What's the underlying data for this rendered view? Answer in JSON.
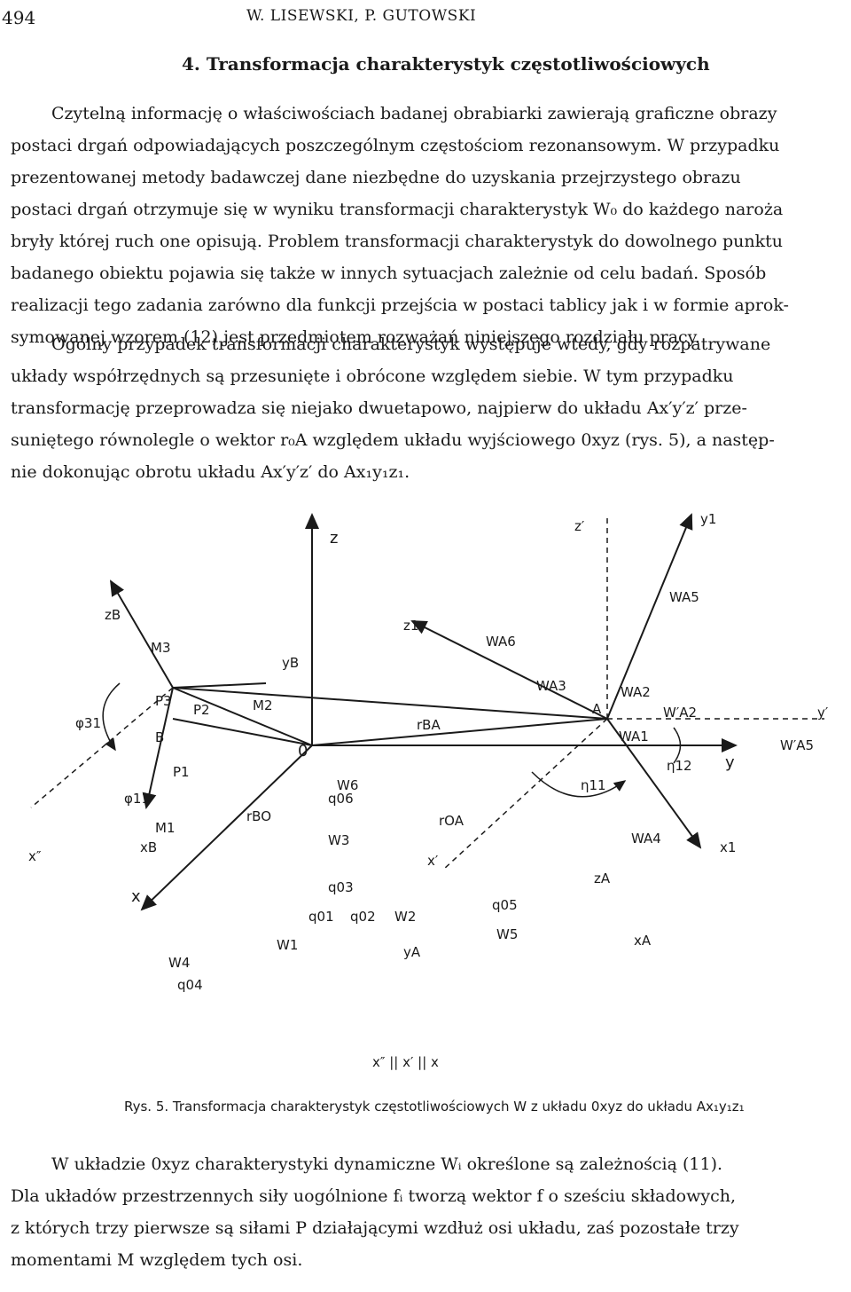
{
  "header": {
    "page_number": "494",
    "running_head": "W. LISEWSKI, P. GUTOWSKI"
  },
  "section": {
    "title": "4. Transformacja charakterystyk częstotliwościowych"
  },
  "paragraph1": {
    "lines": [
      "Czytelną informację o właściwościach badanej obrabiarki zawierają graficzne obrazy",
      "postaci drgań odpowiadających poszczególnym częstościom rezonansowym. W przypadku",
      "prezentowanej metody badawczej dane niezbędne do uzyskania przejrzystego obrazu",
      "postaci drgań otrzymuje się w wyniku transformacji charakterystyk W₀ do każdego naroża",
      "bryły której ruch one opisują. Problem transformacji charakterystyk do dowolnego punktu",
      "badanego obiektu pojawia się także w innych sytuacjach zależnie od celu badań. Sposób",
      "realizacji tego zadania zarówno dla funkcji przejścia w postaci tablicy jak i w formie aprok-",
      "symowanej wzorem (12) jest przedmiotem rozważań niniejszego rozdziału pracy."
    ]
  },
  "paragraph2": {
    "lines": [
      "Ogólny przypadek transformacji charakterystyk występuje wtedy, gdy rozpatrywane",
      "układy współrzędnych są przesunięte i obrócone względem siebie. W tym przypadku",
      "transformację przeprowadza się niejako dwuetapowo, najpierw do układu Ax′y′z′ prze-",
      "suniętego równolegle o wektor r₀A względem układu wyjściowego 0xyz (rys. 5), a następ-",
      "nie dokonując obrotu układu Ax′y′z′ do Ax₁y₁z₁."
    ]
  },
  "figure": {
    "caption": "Rys. 5. Transformacja charakterystyk częstotliwościowych W z układu 0xyz do układu Ax₁y₁z₁",
    "labels": {
      "z": "z",
      "y": "y",
      "x": "x",
      "O": "0",
      "zB": "zB",
      "xB": "xB",
      "yB": "yB",
      "B": "B",
      "M1": "M1",
      "M2": "M2",
      "M3": "M3",
      "P1": "P1",
      "P2": "P2",
      "P3": "P3",
      "phi31": "φ31",
      "phi11": "φ11",
      "xpp": "x″",
      "rBO": "rBO",
      "rBA": "rBA",
      "rOA": "rOA",
      "z1": "z1",
      "y1": "y1",
      "x1": "x1",
      "zp": "z′",
      "yp": "y′",
      "xp": "x′",
      "A": "A",
      "zA": "zA",
      "xA": "xA",
      "yA": "yA",
      "W1": "W1",
      "W2": "W2",
      "W3": "W3",
      "W4": "W4",
      "W5": "W5",
      "W6": "W6",
      "q01": "q01",
      "q02": "q02",
      "q03": "q03",
      "q04": "q04",
      "q05": "q05",
      "q06": "q06",
      "WA1": "WA1",
      "WA2": "WA2",
      "WA2p": "W′A2",
      "WA3": "WA3",
      "WA4": "WA4",
      "WA5": "WA5",
      "WA5p": "W′A5",
      "WA6": "WA6",
      "eta11": "η11",
      "eta12": "η12",
      "parallel": "x″ || x′ || x"
    }
  },
  "paragraph3": {
    "lines": [
      "W układzie 0xyz charakterystyki dynamiczne Wᵢ określone są zależnością (11).",
      "Dla układów przestrzennych siły uogólnione fᵢ tworzą wektor f o sześciu składowych,",
      "z których trzy pierwsze są siłami P działającymi wzdłuż osi układu, zaś pozostałe trzy",
      "momentami M względem tych osi."
    ]
  }
}
